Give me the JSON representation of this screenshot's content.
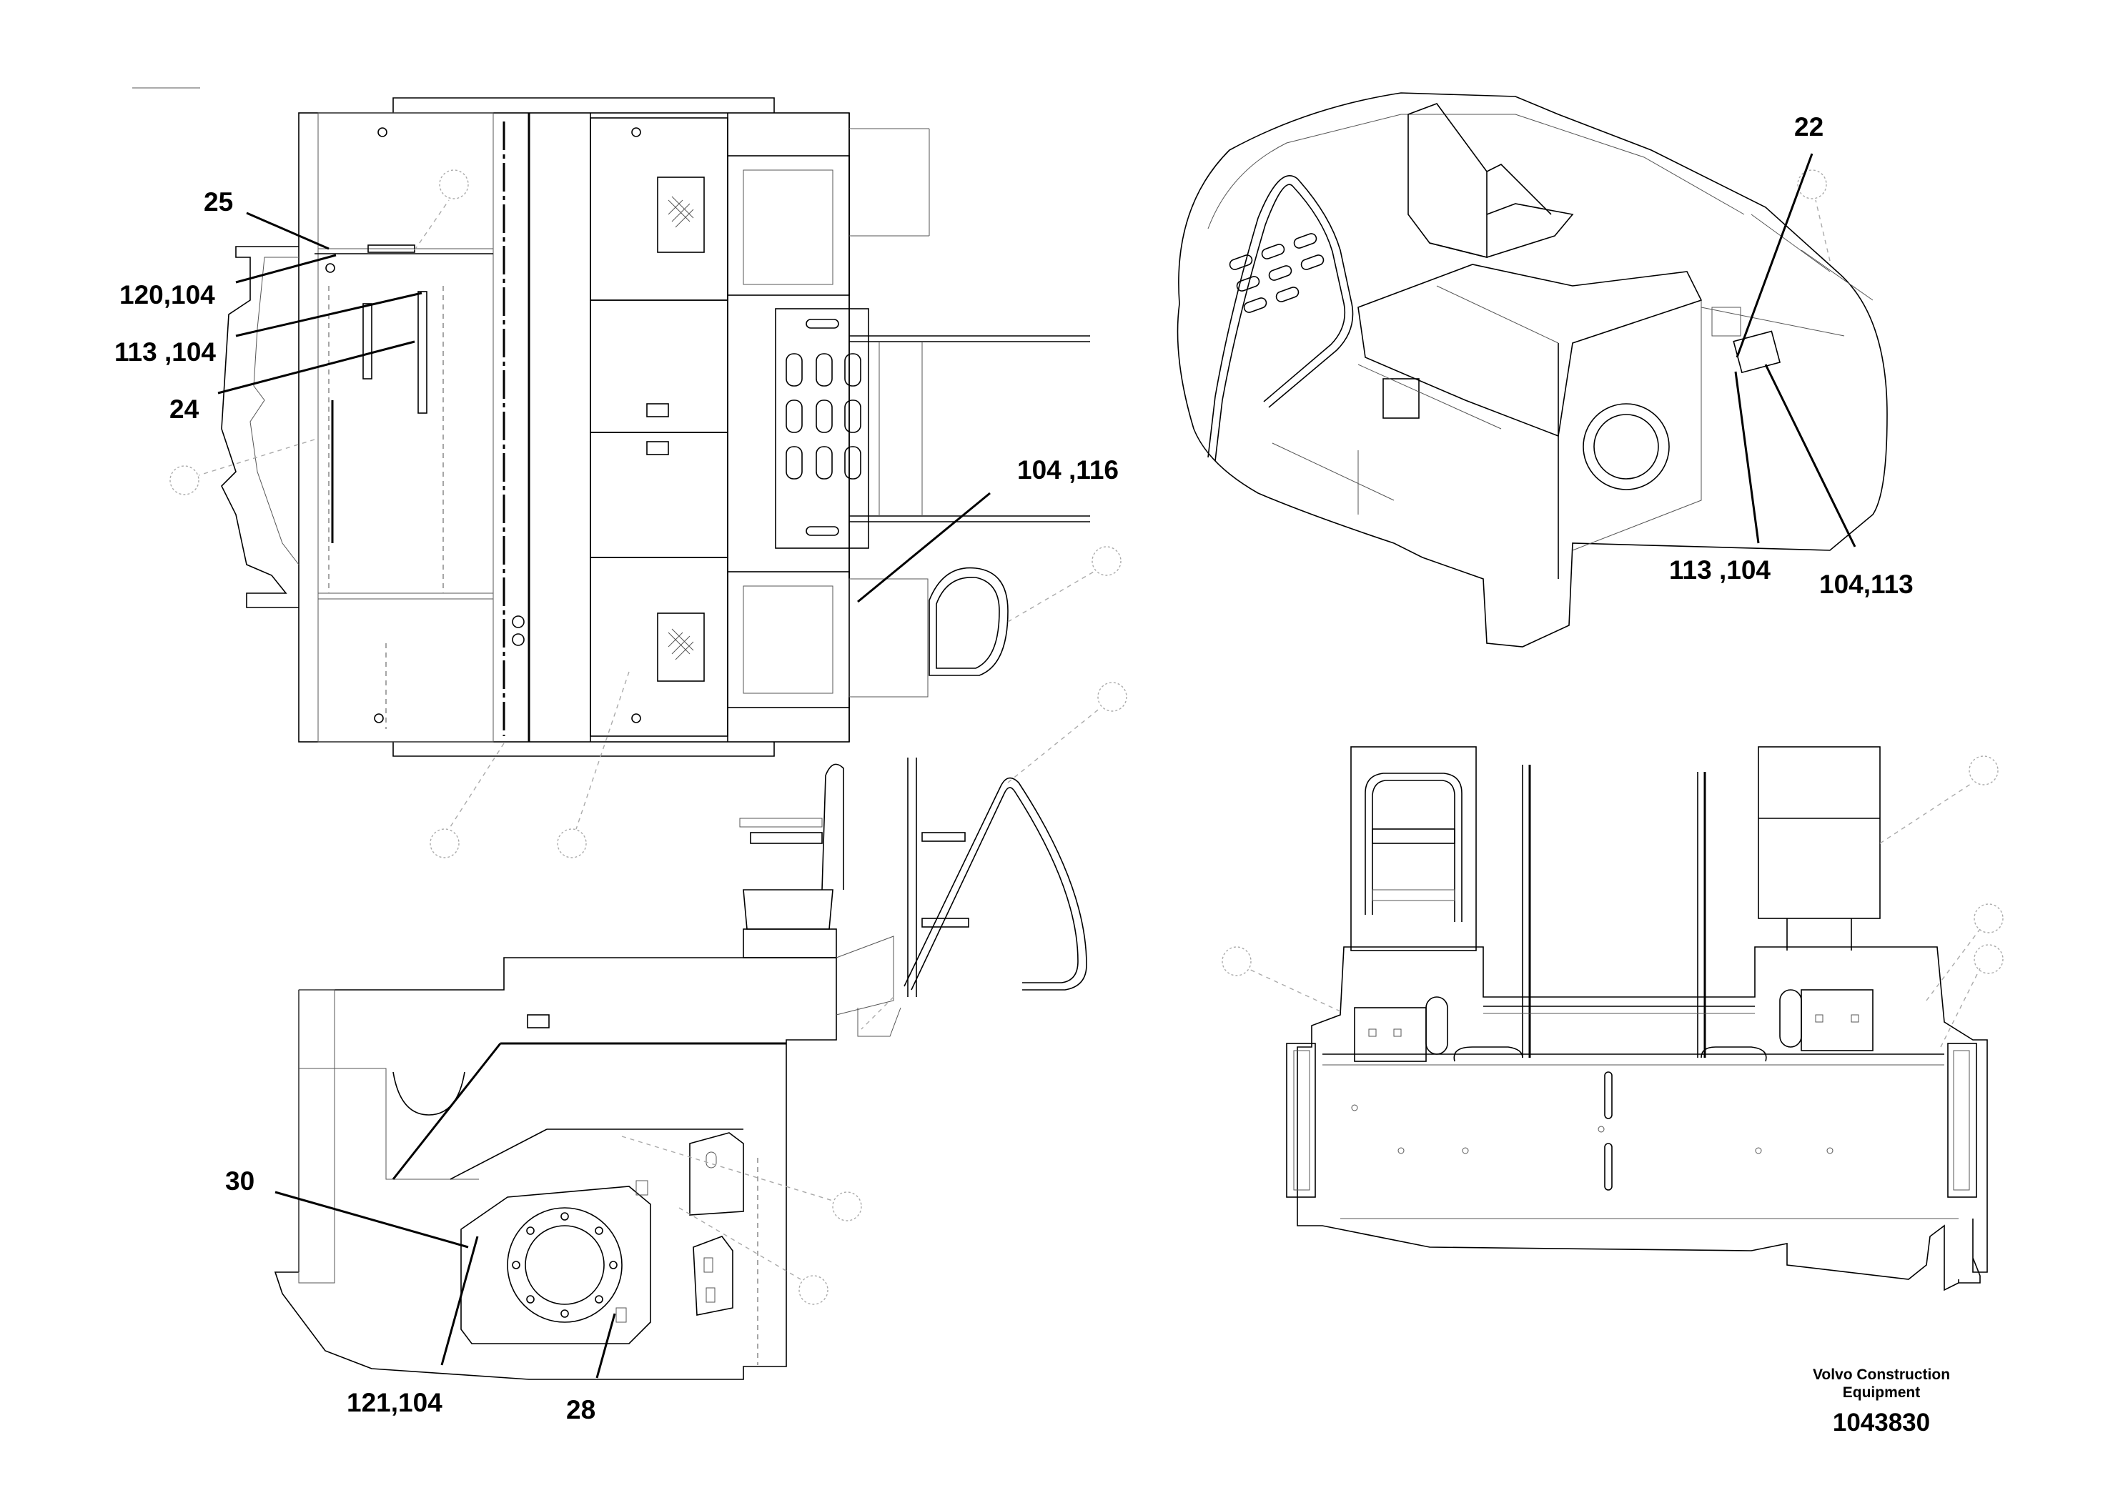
{
  "callouts": {
    "c25": "25",
    "c120": "120,104",
    "c113a": "113 ,104",
    "c24": "24",
    "c104_116": "104 ,116",
    "c22": "22",
    "c113b": "113 ,104",
    "c104_113": "104,113",
    "c30": "30",
    "c121": "121,104",
    "c28": "28"
  },
  "title_block": {
    "company_line1": "Volvo Construction",
    "company_line2": "Equipment",
    "drawing_number": "1043830"
  }
}
